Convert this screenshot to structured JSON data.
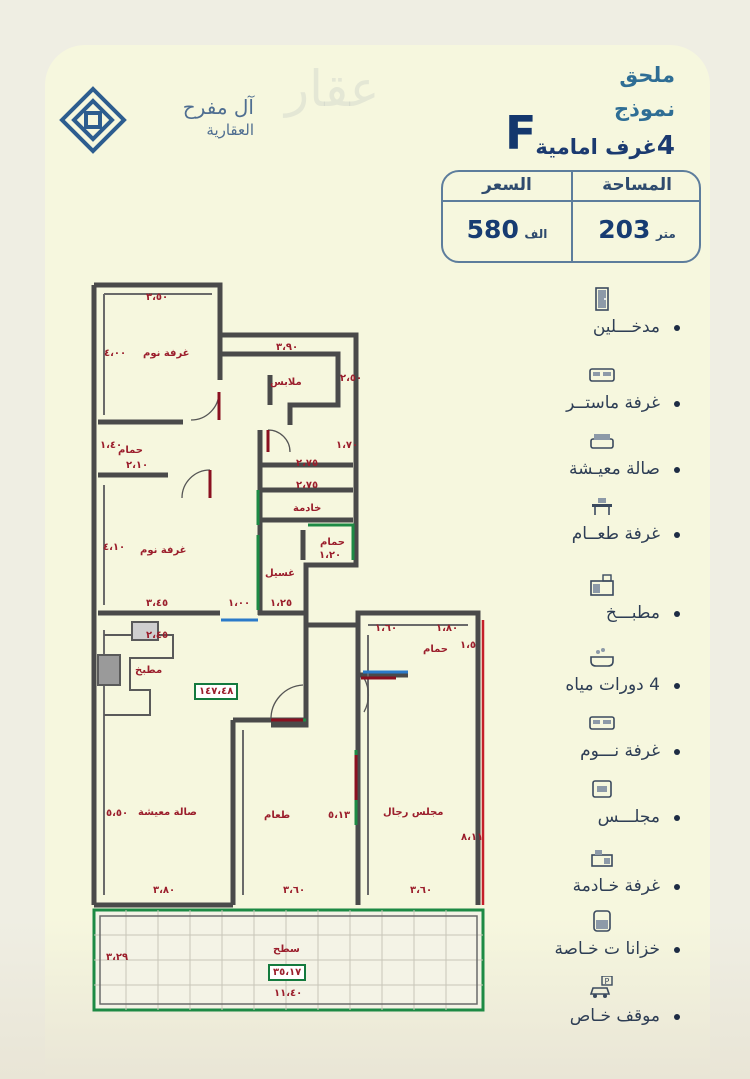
{
  "brand": {
    "name": "آل مفرح",
    "subtitle": "العقارية",
    "watermark": "عقار"
  },
  "header": {
    "line1": "ملحق",
    "line2": "نموذج",
    "line3_number": "4",
    "line3": "غرف امامية",
    "model": "F"
  },
  "price_box": {
    "area_label": "المساحة",
    "price_label": "السعر",
    "area_value": "203",
    "area_unit": "متر",
    "price_value": "580",
    "price_unit": "الف"
  },
  "features": [
    {
      "label": "مدخـــلين",
      "icon": "door-icon"
    },
    {
      "label": "غرفة ماستــر",
      "icon": "bed-icon"
    },
    {
      "label": "صالة معيـشة",
      "icon": "sofa-icon"
    },
    {
      "label": "غرفة طعــام",
      "icon": "dining-icon"
    },
    {
      "label": "مطبـــخ",
      "icon": "kitchen-icon"
    },
    {
      "label": "4 دورات مياه",
      "icon": "bathtub-icon"
    },
    {
      "label": "غرفة نـــوم",
      "icon": "bed-icon"
    },
    {
      "label": "مجلـــس",
      "icon": "armchair-icon"
    },
    {
      "label": "غرفة خـادمة",
      "icon": "maid-room-icon"
    },
    {
      "label": "خزانا ت خـاصة",
      "icon": "water-tank-icon"
    },
    {
      "label": "موقف خـاص",
      "icon": "parking-icon"
    }
  ],
  "plan": {
    "rooms": {
      "bedroom_top": "غرفة نوم",
      "dressing": "ملابس",
      "bath1": "حمام",
      "maid": "خادمة",
      "bath2": "حمام",
      "bedroom_mid": "غرفة نوم",
      "laundry": "غسيل",
      "bath3": "حمام",
      "kitchen": "مطبخ",
      "living": "صالة معيشة",
      "dining": "طعام",
      "majlis": "مجلس رجال",
      "roof": "سطح"
    },
    "dims": {
      "top_width": "٣،٥٠",
      "bed_top_h": "٤،٠٠",
      "dress_w": "٣،٩٠",
      "dress_h": "٢،٥٠",
      "bath1_w": "٢،١٠",
      "bath1_h": "١،٤٠",
      "maid_top": "٢،٧٥",
      "maid_w": "٢،٧٥",
      "maid_h": "١،٧٠",
      "bath2_w": "١،٢٠",
      "bed_mid_w": "٣،٤٥",
      "bed_mid_h": "٤،١٠",
      "corr_w": "١،٠٠",
      "laundry_w": "١،٢٥",
      "kitchen_w": "٢،٤٥",
      "bath3_w1": "١،٦٠",
      "bath3_w2": "١،٨٠",
      "bath3_h": "١،٥",
      "living_h": "٥،٥٠",
      "living_w": "٣،٨٠",
      "dining_w": "٣،٦٠",
      "dining_h": "٥،١٣",
      "majlis_w": "٣،٦٠",
      "majlis_h": "٨،١١",
      "roof_w": "١١،٤٠",
      "roof_h": "٣،٢٩"
    },
    "area_inner": "١٤٧،٤٨",
    "area_roof": "٣٥،١٧"
  }
}
